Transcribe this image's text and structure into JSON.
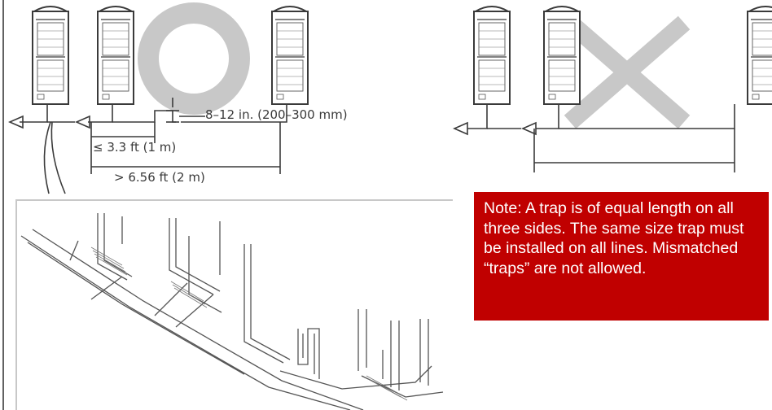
{
  "colors": {
    "note_background": "#c00000",
    "note_text": "#ffffff",
    "line_art": "#3a3a3a",
    "correct_mark": "#c8c8c8",
    "incorrect_mark": "#c8c8c8"
  },
  "symbols": {
    "correct": "circle-mark",
    "incorrect": "x-mark"
  },
  "dimensions": {
    "trap_height": "8–12 in. (200–300 mm)",
    "max_spacing": "≤ 3.3 ft (1 m)",
    "min_spacing": "> 6.56 ft (2 m)"
  },
  "note": {
    "text": "Note: A trap is of equal length on all three sides. The same size trap must be installed on all lines. Mismatched “traps” are not allowed."
  }
}
